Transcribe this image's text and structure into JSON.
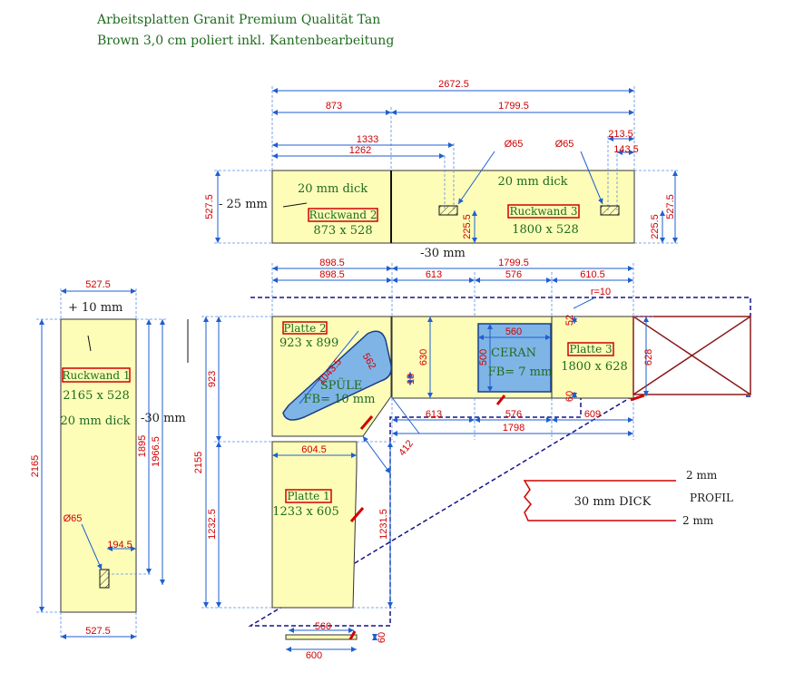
{
  "title": {
    "line1": "Arbeitsplatten Granit Premium Qualität Tan",
    "line2": "Brown 3,0 cm poliert inkl. Kantenbearbeitung"
  },
  "backsplash_top": {
    "dims": {
      "total": "2672.5",
      "left": "873",
      "right": "1799.5",
      "d1333": "1333",
      "d1262": "1262",
      "d2135": "213.5",
      "d1435": "143.5",
      "height_left": "527.5",
      "height_right": "527.5",
      "offset_left": "- 25 mm",
      "offset_bottom": "-30 mm",
      "hole1_h": "225.5",
      "hole2_h": "225.5",
      "hole1_d": "Ø65",
      "hole2_d": "Ø65"
    },
    "rw2": {
      "label": "Ruckwand 2",
      "size": "873 x 528",
      "thickness": "20 mm dick"
    },
    "rw3": {
      "label": "Ruckwand 3",
      "size": "1800 x 528",
      "thickness": "20 mm dick"
    }
  },
  "left_backsplash": {
    "width_top": "527.5",
    "width_bottom": "527.5",
    "offset_top": "+ 10 mm",
    "offset_side": "-30 mm",
    "height": "2165",
    "d1895": "1895",
    "d19665": "1966.5",
    "d1945": "194.5",
    "hole_d": "Ø65",
    "label": "Ruckwand 1",
    "size": "2165 x 528",
    "thickness": "20 mm dick"
  },
  "countertop": {
    "dims": {
      "d8985a": "898.5",
      "d8985b": "898.5",
      "d17995": "1799.5",
      "d613": "613",
      "d576": "576",
      "d6105": "610.5",
      "r": "r=10",
      "d923": "923",
      "d2155": "2155",
      "d12325": "1232.5",
      "d12315": "1231.5",
      "d6045": "604.5",
      "d630": "630",
      "d628": "628",
      "d10435": "1043.5",
      "d562": "562",
      "d412": "412",
      "d613b": "613",
      "d576b": "576",
      "d609": "609",
      "d1798": "1798",
      "d560": "560",
      "d500": "500",
      "d52": "52",
      "d60": "60",
      "d560b": "560",
      "d600": "600",
      "d60b": "60",
      "d18": "18"
    },
    "p1": {
      "label": "Platte 1",
      "size": "1233 x 605"
    },
    "p2": {
      "label": "Platte 2",
      "size": "923 x 899"
    },
    "p3": {
      "label": "Platte 3",
      "size": "1800 x 628"
    },
    "sink": {
      "name": "SPÜLE",
      "fb": "FB= 10 mm"
    },
    "hob": {
      "name": "CERAN",
      "fb": "FB= 7 mm"
    }
  },
  "profile": {
    "label": "30 mm DICK",
    "title": "PROFIL",
    "top": "2 mm",
    "bottom": "2 mm"
  },
  "colors": {
    "plate_fill": "#fdfdb8",
    "dimension_line": "#1f5fd0",
    "dimension_text": "#d10000",
    "label_text": "#1f6b1f",
    "cutout_fill": "#7fb4e6",
    "outline_dashed": "#14148a"
  }
}
